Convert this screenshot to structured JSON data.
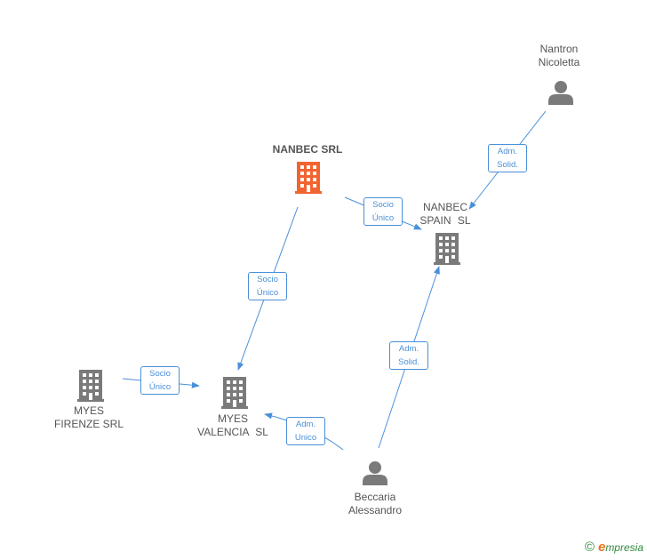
{
  "colors": {
    "edge": "#4a90d9",
    "company_icon": "#7a7a7a",
    "highlight_company_icon": "#f26430",
    "person_icon": "#7a7a7a"
  },
  "nodes": {
    "nanbec_srl": {
      "lines": [
        "NANBEC SRL"
      ],
      "icon": "building-icon"
    },
    "nanbec_spain": {
      "lines": [
        "NANBEC",
        "SPAIN SL"
      ],
      "icon": "building-icon"
    },
    "nantron": {
      "lines": [
        "Nantron",
        "Nicoletta"
      ],
      "icon": "person-icon"
    },
    "myes_firenze": {
      "lines": [
        "MYES",
        "FIRENZE SRL"
      ],
      "icon": "building-icon"
    },
    "myes_valencia": {
      "lines": [
        "MYES",
        "VALENCIA SL"
      ],
      "icon": "building-icon"
    },
    "beccaria": {
      "lines": [
        "Beccaria",
        "Alessandro"
      ],
      "icon": "person-icon"
    }
  },
  "edges": {
    "nantron_spain": [
      "Adm.",
      "Solid."
    ],
    "srl_spain": [
      "Socio",
      "Único"
    ],
    "srl_valencia": [
      "Socio",
      "Único"
    ],
    "beccaria_spain": [
      "Adm.",
      "Solid."
    ],
    "firenze_valencia": [
      "Socio",
      "Único"
    ],
    "beccaria_valencia": [
      "Adm.",
      "Unico"
    ]
  },
  "copyright": {
    "symbol": "©",
    "brand_initial": "e",
    "brand_rest": "mpresia"
  }
}
